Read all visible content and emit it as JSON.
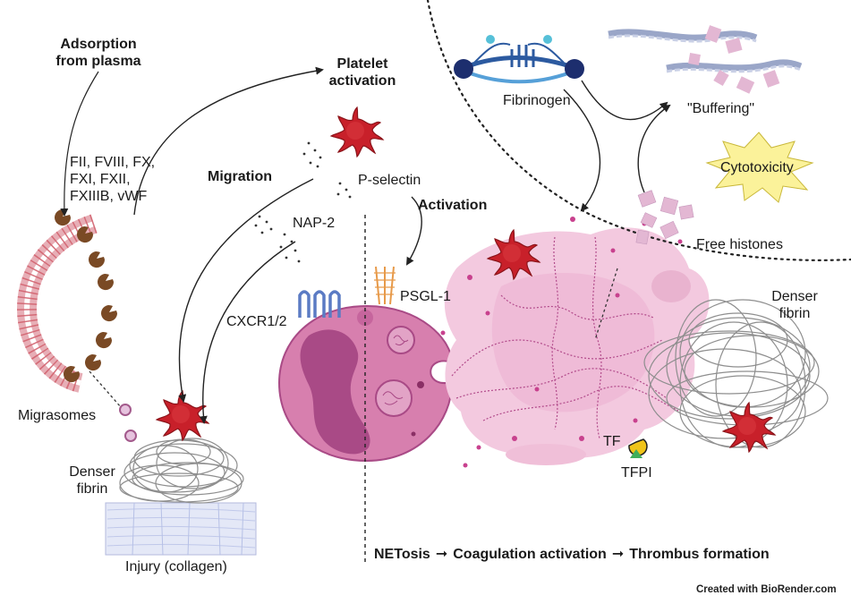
{
  "labels": {
    "adsorption": "Adsorption\nfrom plasma",
    "factors": "FII, FVIII, FX,\nFXI, FXII,\nFXIIIB, vWF",
    "platelet_activation": "Platelet\nactivation",
    "migration": "Migration",
    "p_selectin": "P-selectin",
    "nap2": "NAP-2",
    "activation": "Activation",
    "cxcr": "CXCR1/2",
    "psgl": "PSGL-1",
    "migrasomes": "Migrasomes",
    "denser_fibrin_left": "Denser\nfibrin",
    "injury": "Injury (collagen)",
    "fibrinogen": "Fibrinogen",
    "buffering": "\"Buffering\"",
    "cytotoxicity": "Cytotoxicity",
    "free_histones": "Free histones",
    "denser_fibrin_right": "Denser\nfibrin",
    "tf": "TF",
    "tfpi": "TFPI",
    "credit": "Created with BioRender.com"
  },
  "flow": {
    "step1": "NETosis",
    "step2": "Coagulation activation",
    "step3": "Thrombus formation",
    "arrow": "➞"
  },
  "colors": {
    "platelet": "#c8202a",
    "cell": "#d77fae",
    "nucleus": "#a94a86",
    "net": "#f3c9df",
    "receptor_blue": "#5b7bc4",
    "psgl_orange": "#e79a4a",
    "tissue_factor": "#f0c419",
    "tfpi": "#3fae5a",
    "membrane": "#e7aeb6",
    "coag_factor": "#7a4a25",
    "cytotoxicity_star": "#fbf29a",
    "histone": "#e3b7d3"
  }
}
